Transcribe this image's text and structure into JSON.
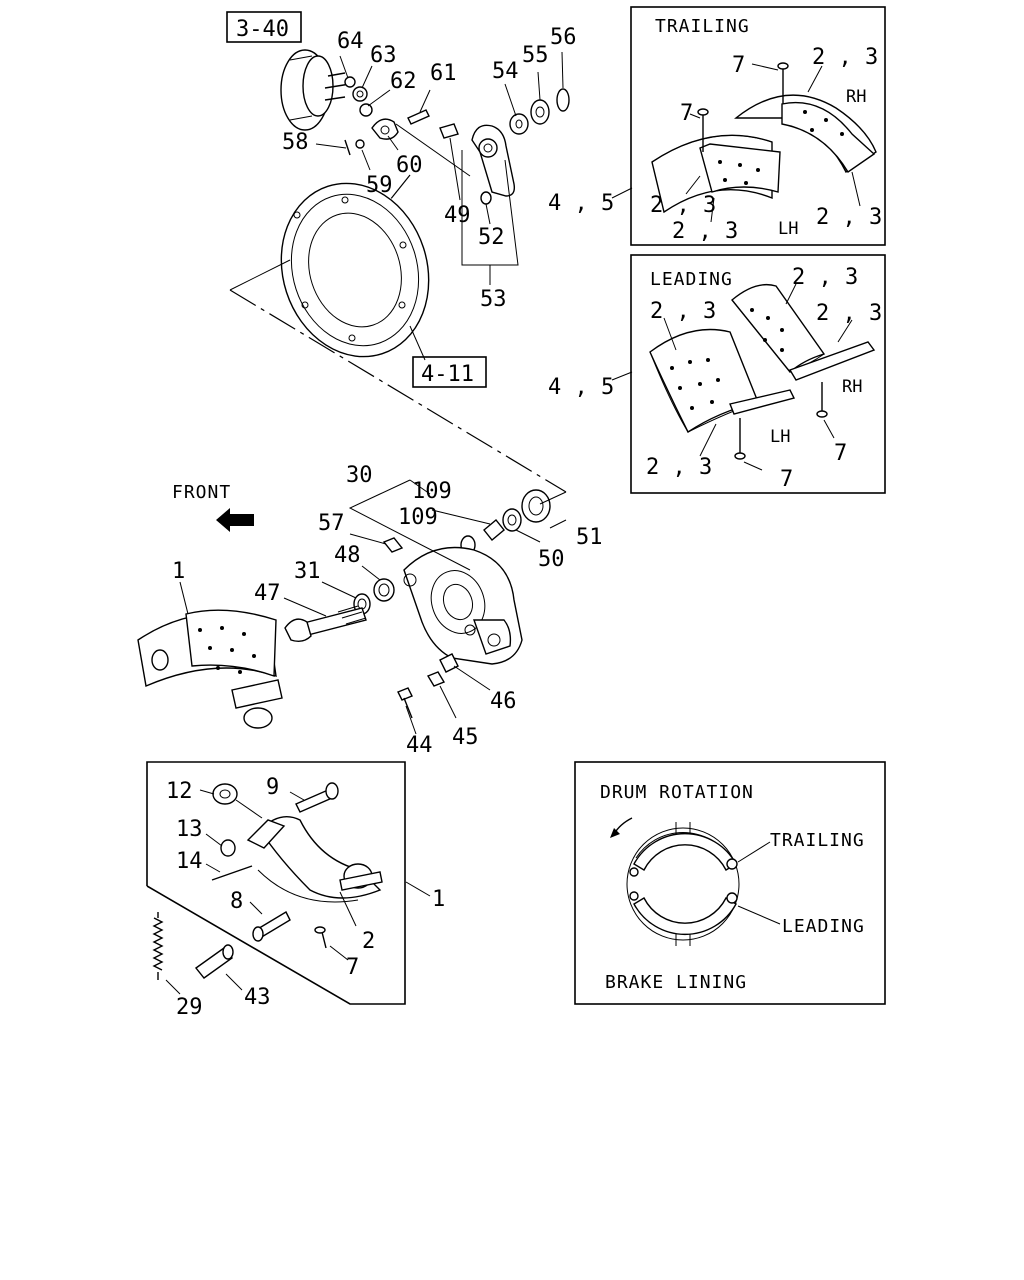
{
  "references": {
    "ref_3_40": "3-40",
    "ref_4_11": "4-11"
  },
  "callouts": {
    "c64": "64",
    "c63": "63",
    "c62": "62",
    "c61": "61",
    "c54": "54",
    "c55": "55",
    "c56": "56",
    "c58": "58",
    "c59": "59",
    "c60": "60",
    "c49": "49",
    "c52": "52",
    "c53": "53",
    "c30": "30",
    "c109a": "109",
    "c109b": "109",
    "c51": "51",
    "c50": "50",
    "c57": "57",
    "c48": "48",
    "c31": "31",
    "c47": "47",
    "c1": "1",
    "c46": "46",
    "c45": "45",
    "c44": "44",
    "c45_main": "4 , 5",
    "c12": "12",
    "c9": "9",
    "c13": "13",
    "c14": "14",
    "c8": "8",
    "c2": "2",
    "c7d": "7",
    "c1_detail": "1",
    "c29": "29",
    "c43": "43"
  },
  "front_label": "FRONT",
  "trailing_panel": {
    "title": "TRAILING",
    "callout_45": "4 , 5",
    "c7a": "7",
    "c7b": "7",
    "c23a": "2 , 3",
    "c23b": "2 , 3",
    "c23c": "2 , 3",
    "c23d": "2 , 3",
    "rh": "RH",
    "lh": "LH"
  },
  "leading_panel": {
    "title": "LEADING",
    "callout_45": "4 , 5",
    "c23a": "2 , 3",
    "c23b": "2 , 3",
    "c23c": "2 , 3",
    "c23d": "2 , 3",
    "c7a": "7",
    "c7b": "7",
    "rh": "RH",
    "lh": "LH"
  },
  "rotation_panel": {
    "title": "DRUM ROTATION",
    "trailing": "TRAILING",
    "leading": "LEADING",
    "footer": "BRAKE LINING"
  },
  "arrow_icon": "front-arrow-icon",
  "rotation_arrow_icon": "rotation-arrow-icon"
}
